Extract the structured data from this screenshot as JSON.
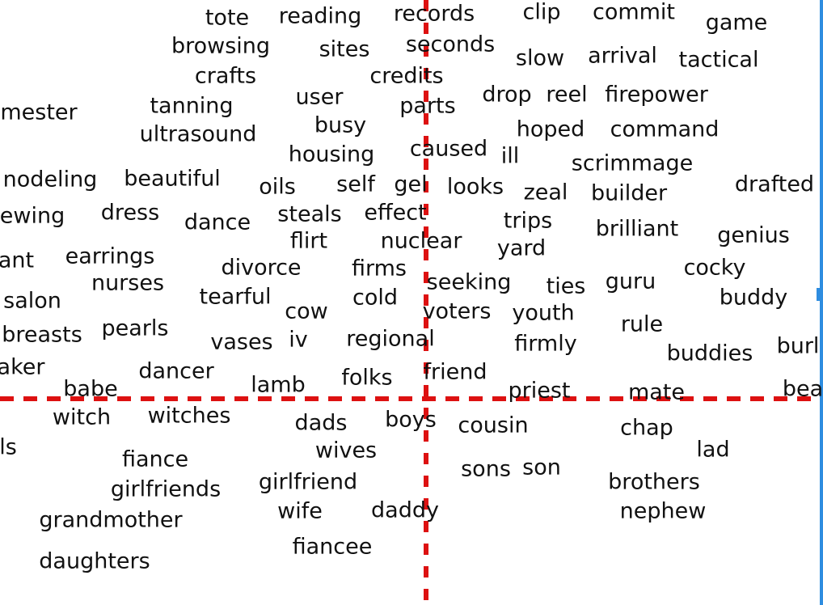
{
  "colors": {
    "axis_line": "#dd1111",
    "word_text": "#111111",
    "background": "#ffffff",
    "edge_accent": "#2e8de0"
  },
  "words": [
    {
      "text": "tote"
    },
    {
      "text": "reading"
    },
    {
      "text": "records"
    },
    {
      "text": "clip"
    },
    {
      "text": "commit"
    },
    {
      "text": "game"
    },
    {
      "text": "browsing"
    },
    {
      "text": "sites"
    },
    {
      "text": "seconds"
    },
    {
      "text": "slow"
    },
    {
      "text": "arrival"
    },
    {
      "text": "tactical"
    },
    {
      "text": "crafts"
    },
    {
      "text": "credits"
    },
    {
      "text": "mester"
    },
    {
      "text": "tanning"
    },
    {
      "text": "user"
    },
    {
      "text": "parts"
    },
    {
      "text": "drop"
    },
    {
      "text": "reel"
    },
    {
      "text": "firepower"
    },
    {
      "text": "ultrasound"
    },
    {
      "text": "busy"
    },
    {
      "text": "hoped"
    },
    {
      "text": "command"
    },
    {
      "text": "housing"
    },
    {
      "text": "caused"
    },
    {
      "text": "ill"
    },
    {
      "text": "scrimmage"
    },
    {
      "text": "nodeling"
    },
    {
      "text": "beautiful"
    },
    {
      "text": "oils"
    },
    {
      "text": "self"
    },
    {
      "text": "gel"
    },
    {
      "text": "looks"
    },
    {
      "text": "zeal"
    },
    {
      "text": "builder"
    },
    {
      "text": "drafted"
    },
    {
      "text": "ewing"
    },
    {
      "text": "dress"
    },
    {
      "text": "dance"
    },
    {
      "text": "steals"
    },
    {
      "text": "effect"
    },
    {
      "text": "trips"
    },
    {
      "text": "brilliant"
    },
    {
      "text": "flirt"
    },
    {
      "text": "nuclear"
    },
    {
      "text": "yard"
    },
    {
      "text": "genius"
    },
    {
      "text": "ant"
    },
    {
      "text": "earrings"
    },
    {
      "text": "divorce"
    },
    {
      "text": "firms"
    },
    {
      "text": "cocky"
    },
    {
      "text": "nurses"
    },
    {
      "text": "seeking"
    },
    {
      "text": "ties"
    },
    {
      "text": "guru"
    },
    {
      "text": "salon"
    },
    {
      "text": "tearful"
    },
    {
      "text": "cow"
    },
    {
      "text": "cold"
    },
    {
      "text": "voters"
    },
    {
      "text": "youth"
    },
    {
      "text": "buddy"
    },
    {
      "text": "breasts"
    },
    {
      "text": "pearls"
    },
    {
      "text": "vases"
    },
    {
      "text": "iv"
    },
    {
      "text": "regional"
    },
    {
      "text": "firmly"
    },
    {
      "text": "rule"
    },
    {
      "text": "buddies"
    },
    {
      "text": "burl"
    },
    {
      "text": "aker"
    },
    {
      "text": "dancer"
    },
    {
      "text": "friend"
    },
    {
      "text": "babe"
    },
    {
      "text": "lamb"
    },
    {
      "text": "folks"
    },
    {
      "text": "priest"
    },
    {
      "text": "mate"
    },
    {
      "text": "bea"
    },
    {
      "text": "witch"
    },
    {
      "text": "witches"
    },
    {
      "text": "dads"
    },
    {
      "text": "boys"
    },
    {
      "text": "cousin"
    },
    {
      "text": "chap"
    },
    {
      "text": "ls"
    },
    {
      "text": "wives"
    },
    {
      "text": "lad"
    },
    {
      "text": "fiance"
    },
    {
      "text": "sons"
    },
    {
      "text": "son"
    },
    {
      "text": "girlfriends"
    },
    {
      "text": "girlfriend"
    },
    {
      "text": "brothers"
    },
    {
      "text": "wife"
    },
    {
      "text": "daddy"
    },
    {
      "text": "nephew"
    },
    {
      "text": "grandmother"
    },
    {
      "text": "fiancee"
    },
    {
      "text": "daughters"
    }
  ]
}
